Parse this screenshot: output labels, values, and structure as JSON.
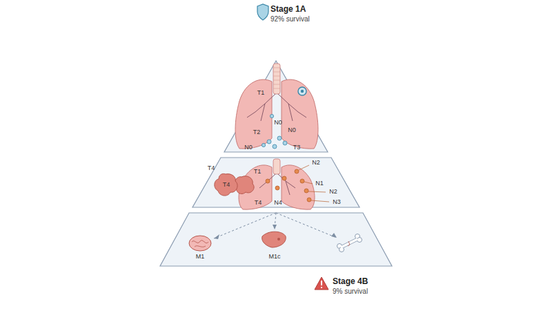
{
  "diagram": {
    "labels": [
      "Stage 1A",
      "92% survival",
      "T1",
      "N0",
      "T2",
      "N0",
      "N0",
      "T3",
      "T4",
      "T1",
      "N2",
      "T4",
      "N1",
      "N2",
      "T4",
      "N4",
      "N3",
      "M1",
      "M1c",
      "Stage 4B",
      "9% survival"
    ]
  }
}
